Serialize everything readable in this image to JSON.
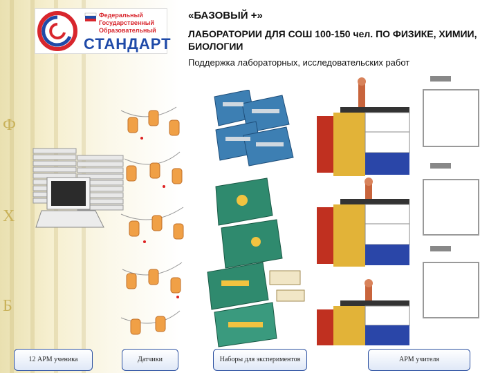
{
  "logo": {
    "line1": "Федеральный",
    "line2": "Государственный",
    "line3": "Образовательный",
    "word": "СТАНДАРТ"
  },
  "title": "«БАЗОВЫЙ +»",
  "subtitle": "ЛАБОРАТОРИИ ДЛЯ СОШ 100-150 чел. ПО ФИЗИКЕ, ХИМИИ, БИОЛОГИИ",
  "support": "Поддержка лабораторных, исследовательских работ",
  "side_letters": [
    "Ф",
    "Х",
    "Б"
  ],
  "captions": {
    "students": "12 АРМ ученика",
    "sensors": "Датчики",
    "kits": "Наборы для экспериментов",
    "teacher": "АРМ учителя"
  },
  "colors": {
    "brand_red": "#d8262d",
    "brand_blue": "#1f4aa8",
    "caption_border": "#2a4fa0"
  }
}
